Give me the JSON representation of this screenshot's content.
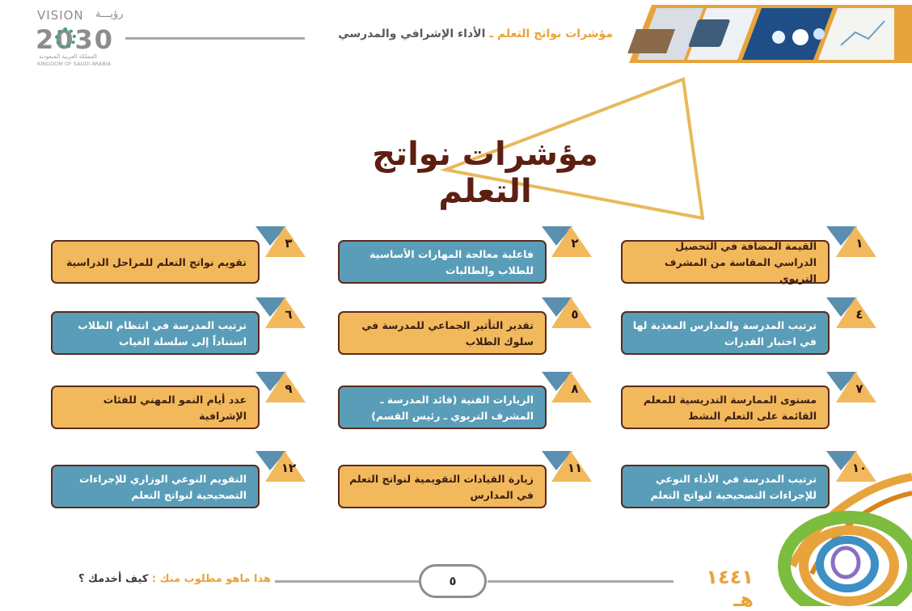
{
  "logo": {
    "vision": "VISION",
    "vision_ar": "رؤيـــة",
    "year": "2030",
    "country_ar": "المملكة العربية السعودية",
    "country_en": "KINGDOM OF SAUDI ARABIA"
  },
  "header": {
    "title_part1": "مؤشرات نواتج التعلم ـ ",
    "title_part2": "الأداء الإشرافي والمدرسي"
  },
  "main_title": "مؤشرات نواتج التعلم",
  "indicators": [
    {
      "num": "١",
      "text": "القيمة المضافة في التحصيل الدراسي المقاسة من المشرف التربوي"
    },
    {
      "num": "٢",
      "text": "فاعلية معالجة المهارات الأساسية للطلاب والطالبات"
    },
    {
      "num": "٣",
      "text": "تقويم نواتج التعلم للمراحل الدراسية"
    },
    {
      "num": "٤",
      "text": "ترتيب المدرسة والمدارس المغذية لها في اختبار القدرات"
    },
    {
      "num": "٥",
      "text": "تقدير التأثير الجماعي للمدرسة في سلوك الطلاب"
    },
    {
      "num": "٦",
      "text": "ترتيب المدرسة في انتظام الطلاب استناداً إلى سلسلة الغياب"
    },
    {
      "num": "٧",
      "text": "مستوى الممارسة التدريسية للمعلم القائمة على التعلم النشط"
    },
    {
      "num": "٨",
      "text": "الزيارات الفنية (قائد المدرسة ـ المشرف التربوي ـ رئيس القسم)"
    },
    {
      "num": "٩",
      "text": "عدد أيام النمو المهني للفئات الإشرافية"
    },
    {
      "num": "١٠",
      "text": "ترتيب المدرسة في الأداء النوعي للإجراءات التصحيحية لنواتج التعلم"
    },
    {
      "num": "١١",
      "text": "زيارة القيادات التقويمية لنواتج التعلم في المدارس"
    },
    {
      "num": "١٢",
      "text": "التقويم النوعي الوزاري للإجراءات التصحيحية لنواتج التعلم"
    }
  ],
  "footer": {
    "year": "١٤٤١ هـ",
    "page": "٥",
    "note_part1": "هذا ماهو مطلوب منك : ",
    "note_part2": "كيف أخدمك ؟"
  },
  "colors": {
    "accent_orange": "#e8a43c",
    "box_yellow": "#f2b95c",
    "box_blue": "#5a9db8",
    "title_brown": "#5c1f12",
    "tag_blue": "#5a8fb0"
  }
}
